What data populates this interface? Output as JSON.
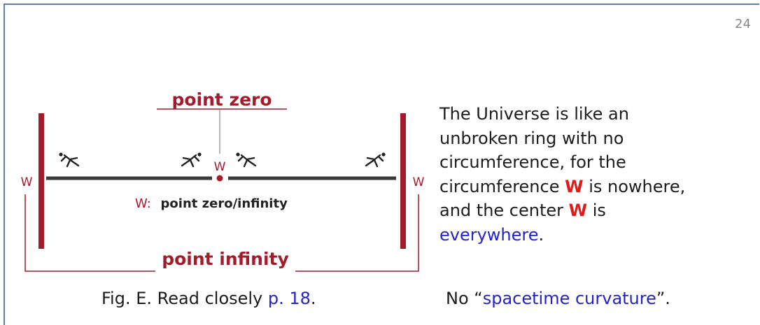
{
  "page_number": "24",
  "diagram": {
    "label_top": "point zero",
    "label_bottom": "point infinity",
    "center_label": "W",
    "left_label": "W",
    "right_label": "W",
    "legend_key": "W:",
    "legend_text": "point zero/infinity",
    "colors": {
      "accent_red": "#a31c2c",
      "line_dark": "#3a3a3a",
      "blue": "#2323c8"
    }
  },
  "caption": {
    "prefix": "Fig. E. Read closely ",
    "ref": "p. 18",
    "suffix": "."
  },
  "body": {
    "line1": "The Universe is like an",
    "line2": "unbroken ring with no",
    "line3": "circumference, for the",
    "line4_a": "circumference ",
    "line4_w": "W",
    "line4_b": " is nowhere,",
    "line5_a": "and the center ",
    "line5_w": "W",
    "line5_b": " is",
    "line6_blue": "everywhere",
    "line6_end": "."
  },
  "note": {
    "prefix": "No “",
    "blue": "spacetime curvature",
    "suffix": "”."
  }
}
